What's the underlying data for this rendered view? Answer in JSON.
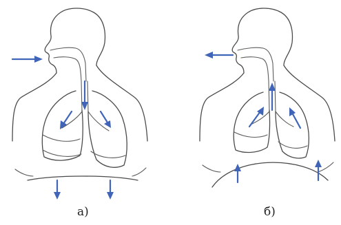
{
  "panels": [
    {
      "label": "а)",
      "phase": "inhalation"
    },
    {
      "label": "б)",
      "phase": "exhalation"
    }
  ],
  "colors": {
    "outline": "#4a4a4a",
    "arrow": "#3f64b8",
    "background": "#ffffff"
  }
}
